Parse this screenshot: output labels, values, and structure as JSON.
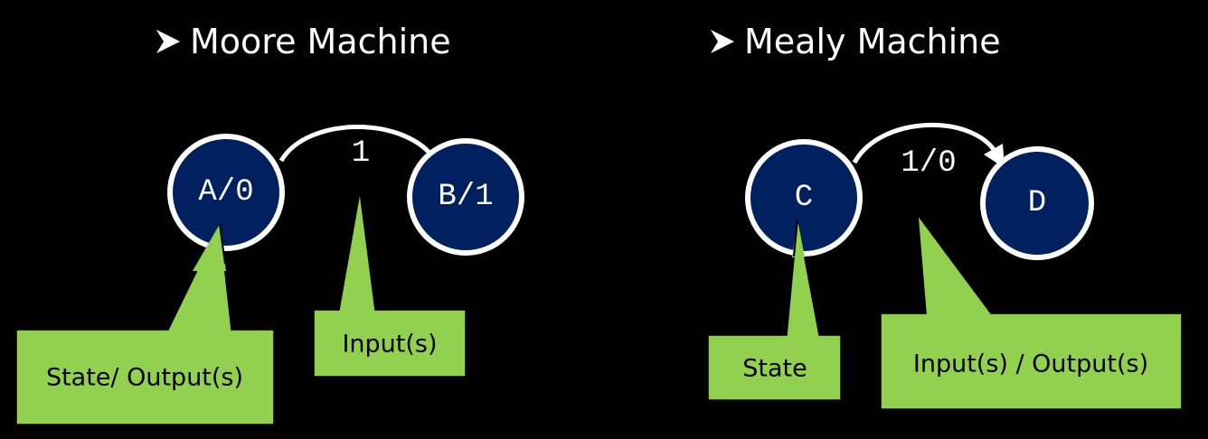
{
  "moore": {
    "heading": "Moore Machine",
    "bullet_icon": "arrowhead-bullet-icon",
    "states": [
      {
        "label": "A/0"
      },
      {
        "label": "B/1"
      }
    ],
    "transition": {
      "label": "1",
      "from": "A/0",
      "to": "B/1"
    },
    "callouts": [
      {
        "text": "State/ Output(s)"
      },
      {
        "text": "Input(s)"
      }
    ]
  },
  "mealy": {
    "heading": "Mealy Machine",
    "bullet_icon": "arrowhead-bullet-icon",
    "states": [
      {
        "label": "C"
      },
      {
        "label": "D"
      }
    ],
    "transition": {
      "label": "1/0",
      "from": "C",
      "to": "D"
    },
    "callouts": [
      {
        "text": "State"
      },
      {
        "text": "Input(s) / Output(s)"
      }
    ]
  },
  "colors": {
    "background": "#000000",
    "state_fill": "#002060",
    "state_stroke": "#ffffff",
    "callout_fill": "#92d050",
    "text_light": "#ffffff",
    "text_dark": "#000000"
  }
}
